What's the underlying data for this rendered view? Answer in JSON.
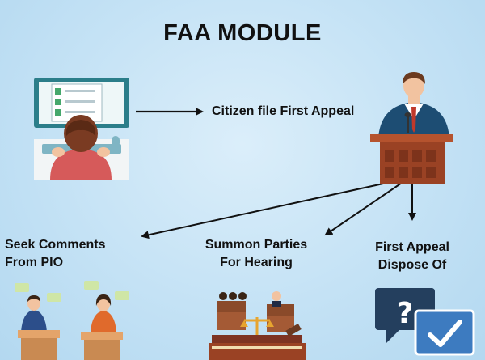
{
  "title": "FAA MODULE",
  "steps": {
    "citizen": "Citizen file First Appeal",
    "seek_line1": "Seek Comments",
    "seek_line2": "From PIO",
    "summon_line1": "Summon Parties",
    "summon_line2": "For Hearing",
    "dispose_line1": "First Appeal",
    "dispose_line2": "Dispose Of"
  },
  "icons": {
    "citizen": "citizen-computer-icon",
    "officer": "appellate-officer-podium-icon",
    "comments": "debate-speakers-icon",
    "hearing": "courtroom-hearing-icon",
    "dispose": "question-check-chat-icon"
  },
  "colors": {
    "background": "#c4e2f5",
    "suit": "#1d4d73",
    "podium": "#9a4224",
    "monitor": "#2b7e8a",
    "chat": "#243f5e",
    "check_bubble": "#3d7bc0"
  }
}
